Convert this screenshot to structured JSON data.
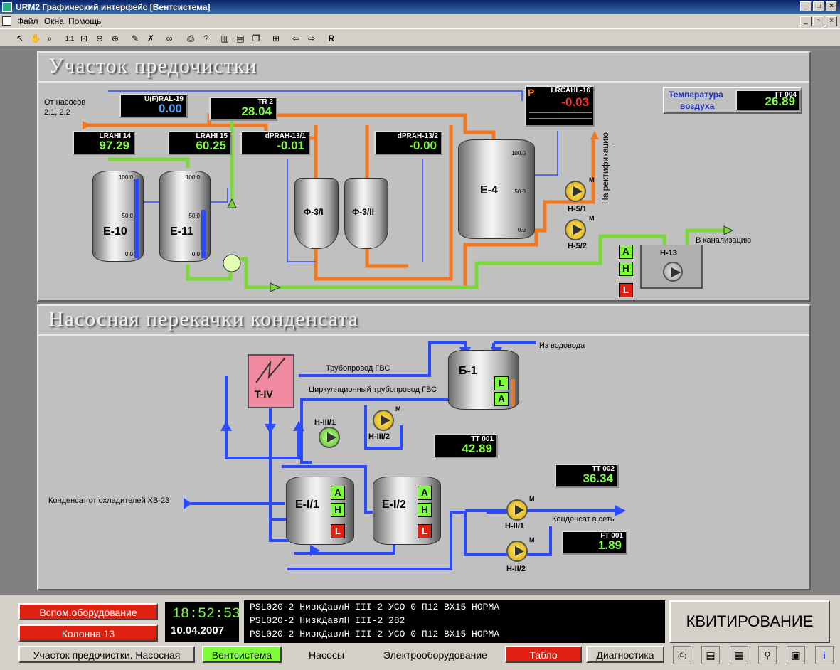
{
  "window": {
    "title": "URM2  Графический интерфейс  [Вентсистема]"
  },
  "menu": [
    "Файл",
    "Окна",
    "Помощь"
  ],
  "toolbar": {
    "r_label": "R"
  },
  "sec1": {
    "title": "Участок предочистки",
    "source_label_1": "От насосов",
    "source_label_2": "2.1, 2.2",
    "readouts": [
      {
        "tag": "U(F)RAL-19",
        "value": "0.00",
        "color": "#4aa0ff"
      },
      {
        "tag": "TR 2",
        "value": "28.04",
        "color": "#7cff3a"
      },
      {
        "tag": "LRAHI 14",
        "value": "97.29",
        "color": "#7cff3a"
      },
      {
        "tag": "LRAHI 15",
        "value": "60.25",
        "color": "#7cff3a"
      },
      {
        "tag": "dPRAH-13/1",
        "value": "-0.01",
        "color": "#7cff3a"
      },
      {
        "tag": "dPRAH-13/2",
        "value": "-0.00",
        "color": "#7cff3a"
      },
      {
        "tag": "LRCAHL-16",
        "value": "-0.03",
        "color": "#ff3030"
      },
      {
        "tag": "TT 004",
        "value": "26.89",
        "color": "#7cff3a"
      }
    ],
    "temp_label_1": "Температура",
    "temp_label_2": "воздуха",
    "lrcahl_prefix": "P",
    "tanks": [
      "E-10",
      "E-11",
      "Ф-3/I",
      "Ф-3/II",
      "E-4"
    ],
    "pumps": [
      "Н-5/1",
      "Н-5/2",
      "Н-13"
    ],
    "motor_mark": "M",
    "to_rect": "На ректификацию",
    "to_sewer": "В канализацию",
    "scale": {
      "top": "100.0",
      "mid": "50.0",
      "bot": "0.0"
    },
    "indicators": [
      "A",
      "H",
      "L"
    ]
  },
  "sec2": {
    "title": "Насосная перекачки конденсата",
    "labels": {
      "water": "Из водовода",
      "gvs": "Трубопровод ГВС",
      "circ": "Циркуляционный трубопровод ГВС",
      "cond_in": "Конденсат от охладителей ХВ-23",
      "cond_out": "Конденсат в сеть"
    },
    "tanks": [
      "Б-1",
      "T-IV",
      "E-I/1",
      "E-I/2"
    ],
    "pumps": [
      "Н-III/1",
      "Н-III/2",
      "Н-II/1",
      "Н-II/2"
    ],
    "readouts": [
      {
        "tag": "TT 001",
        "value": "42.89",
        "color": "#7cff3a"
      },
      {
        "tag": "TT 002",
        "value": "36.34",
        "color": "#7cff3a"
      },
      {
        "tag": "FT 001",
        "value": "1.89",
        "color": "#7cff3a"
      }
    ],
    "ind_b1": [
      "L",
      "A"
    ],
    "ind_e": [
      "A",
      "H",
      "L"
    ]
  },
  "status": {
    "btn1": "Вспом.оборудование",
    "btn2": "Колонна 13",
    "time": "18:52:53",
    "date": "10.04.2007",
    "alarms": [
      "PSL020-2 НизкДавлН III-2  УСО 0 П12 ВХ15 НОРМА",
      "PSL020-2 НизкДавлН III-2  282",
      "PSL020-2 НизкДавлН III-2  УСО 0 П12 ВХ15 НОРМА"
    ],
    "kvit": "КВИТИРОВАНИЕ",
    "tabs": [
      "Участок предочистки. Насосная",
      "Вентсистема",
      "Насосы",
      "Электрооборудование",
      "Табло",
      "Диагностика"
    ],
    "icons": [
      "printer-icon",
      "window-icon",
      "chart-icon",
      "search-icon",
      "computer-icon",
      "info-icon"
    ],
    "info_glyph": "i"
  },
  "colors": {
    "orange": "#f07820",
    "green": "#7cd83a",
    "blue": "#2a4aff",
    "red": "#e02010"
  }
}
